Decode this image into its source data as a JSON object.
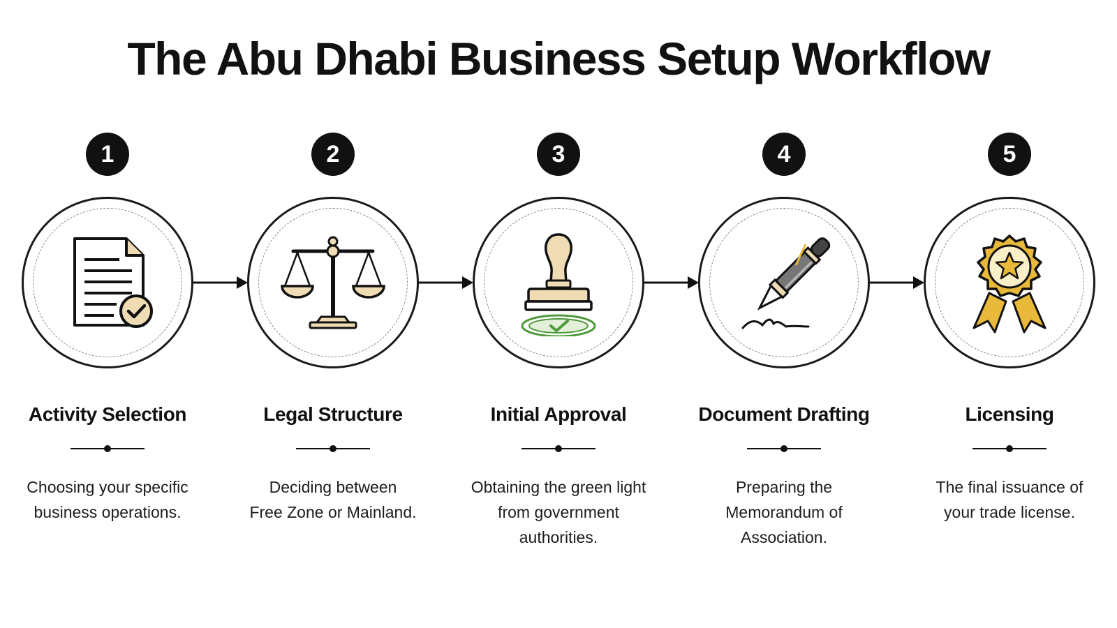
{
  "title": "The Abu Dhabi Business Setup Workflow",
  "colors": {
    "ink": "#111111",
    "accent_beige": "#efdcb4",
    "accent_gold": "#e8b93a",
    "approval_green": "#4e9a3a"
  },
  "steps": [
    {
      "number": "1",
      "title": "Activity Selection",
      "description": "Choosing your specific\nbusiness operations.",
      "icon": "document-check-icon"
    },
    {
      "number": "2",
      "title": "Legal Structure",
      "description": "Deciding between\nFree Zone or Mainland.",
      "icon": "scales-icon"
    },
    {
      "number": "3",
      "title": "Initial Approval",
      "description": "Obtaining the green light\nfrom government\nauthorities.",
      "icon": "approval-stamp-icon"
    },
    {
      "number": "4",
      "title": "Document Drafting",
      "description": "Preparing the\nMemorandum of\nAssociation.",
      "icon": "pen-signature-icon"
    },
    {
      "number": "5",
      "title": "Licensing",
      "description": "The final issuance of\nyour trade license.",
      "icon": "award-badge-icon"
    }
  ]
}
